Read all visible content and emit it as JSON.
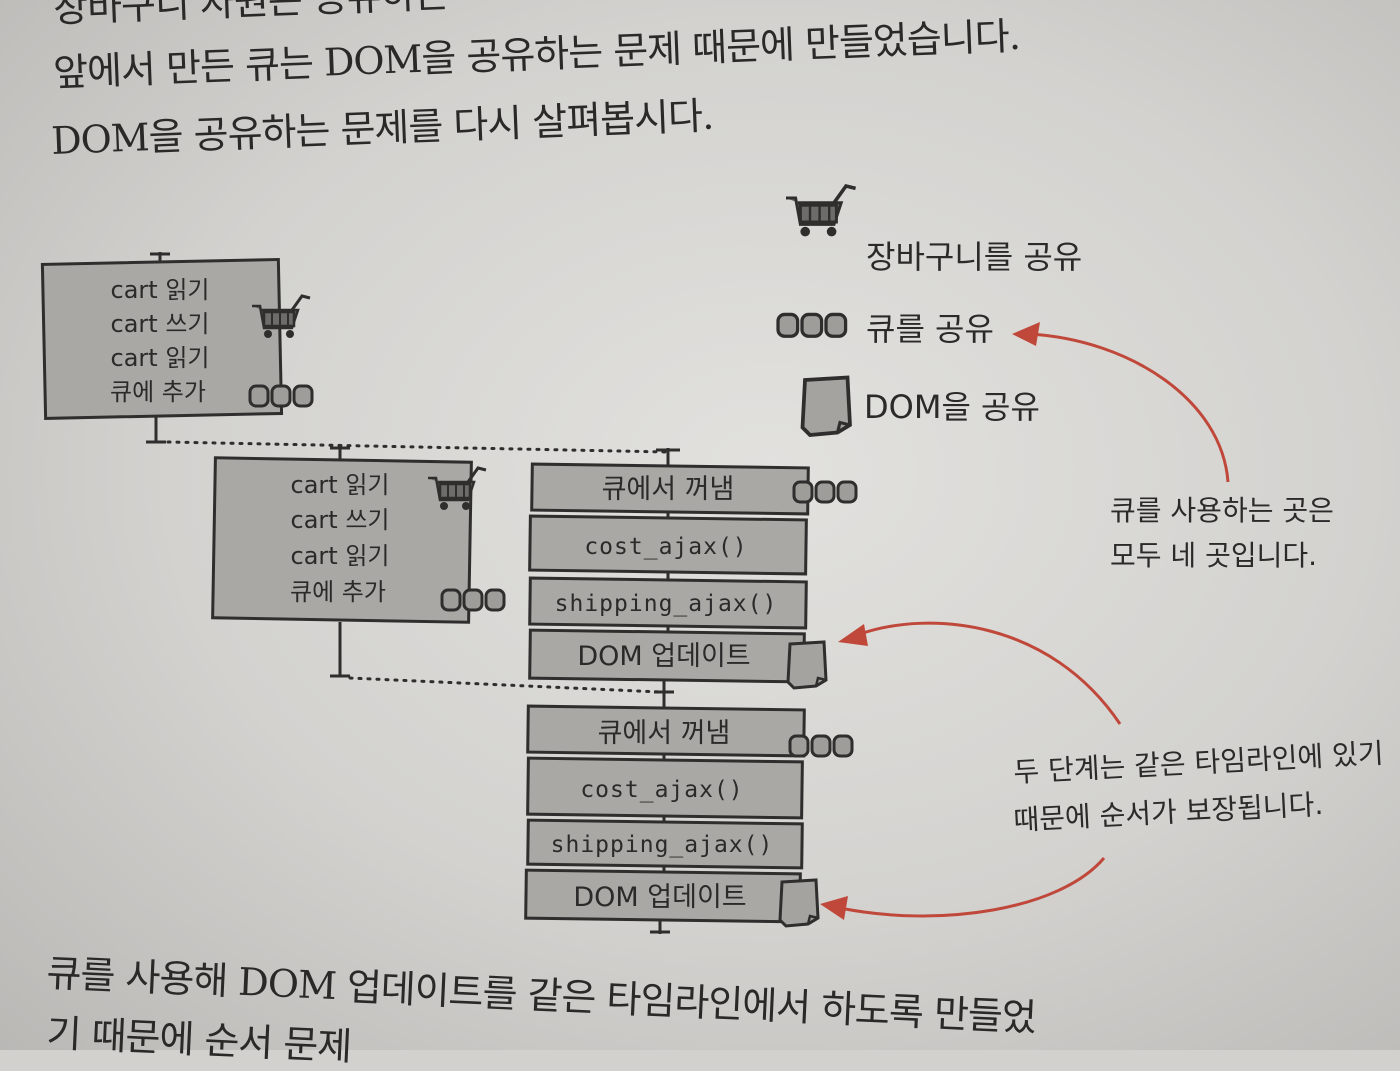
{
  "prose": {
    "line0": "장바구니 자원은 공유하는",
    "line1": "앞에서 만든 큐는 DOM을 공유하는 문제 때문에 만들었습니다.",
    "line2": "DOM을 공유하는 문제를 다시 살펴봅시다.",
    "line3": "큐를 사용해 DOM 업데이트를 같은 타임라인에서 하도록 만들었",
    "line4": "기 때문에 순서 문제"
  },
  "diagram": {
    "timeline1": {
      "steps": [
        "cart 읽기",
        "cart 쓰기",
        "cart 읽기",
        "큐에 추가"
      ]
    },
    "timeline2": {
      "steps": [
        "cart 읽기",
        "cart 쓰기",
        "cart 읽기",
        "큐에 추가"
      ]
    },
    "queue_timeline": {
      "block1": [
        "큐에서 꺼냄",
        "cost_ajax()",
        "shipping_ajax()",
        "DOM 업데이트"
      ],
      "block2": [
        "큐에서 꺼냄",
        "cost_ajax()",
        "shipping_ajax()",
        "DOM 업데이트"
      ]
    },
    "legend": {
      "cart": "장바구니를 공유",
      "queue": "큐를 공유",
      "dom": "DOM을 공유"
    },
    "notes": {
      "queue_note_line1": "큐를 사용하는 곳은",
      "queue_note_line2": "모두 네 곳입니다.",
      "order_note_line1": "두 단계는 같은 타임라인에 있기",
      "order_note_line2": "때문에 순서가 보장됩니다."
    },
    "colors": {
      "arrow": "#c0483a",
      "box_fill": "#a9a8a5",
      "ink": "#2f2e2d",
      "paper": "#d2d1ce"
    },
    "icons": [
      "cart-icon",
      "queue-icon",
      "dom-icon"
    ]
  }
}
